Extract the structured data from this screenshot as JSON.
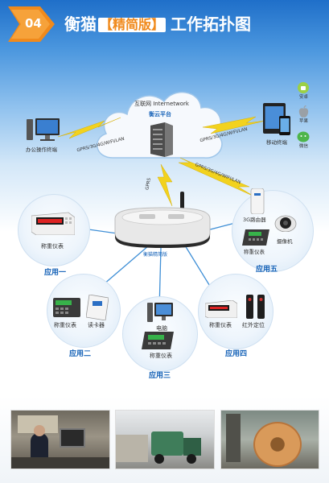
{
  "header": {
    "badge": "04",
    "title_prefix": "衡猫",
    "title_highlight": "【精简版】",
    "title_suffix": "工作拓扑图"
  },
  "cloud": {
    "internet_label": "互联网  Internetwork",
    "platform_label": "衡云平台"
  },
  "links": {
    "left": "GPRS/3G/4G/WIFI/LAN",
    "right_top": "GPRS/3G/4G/WIFI/LAN",
    "right_bottom": "GPRS/3G/4G/WIFI/LAN",
    "vertical": "GPRS"
  },
  "terminals": {
    "office": "办公操作终端",
    "mobile": "移动终端",
    "android": "安卓",
    "apple": "苹果",
    "wechat": "微信"
  },
  "hub": {
    "label": "衡猫精简版"
  },
  "apps": {
    "app1": {
      "title": "应用一",
      "device": "称重仪表"
    },
    "app2": {
      "title": "应用二",
      "device1": "称重仪表",
      "device2": "读卡器"
    },
    "app3": {
      "title": "应用三",
      "device1": "电脑",
      "device2": "称重仪表"
    },
    "app4": {
      "title": "应用四",
      "device1": "称重仪表",
      "device2": "红外定位"
    },
    "app5": {
      "title": "应用五",
      "device1": "3G路由器",
      "device2": "摄像机",
      "device3": "称重仪表"
    }
  },
  "colors": {
    "header_blue": "#1f6fc9",
    "accent_orange": "#f08a1c",
    "link_blue": "#1763b8",
    "bolt_yellow": "#f2d21e"
  }
}
